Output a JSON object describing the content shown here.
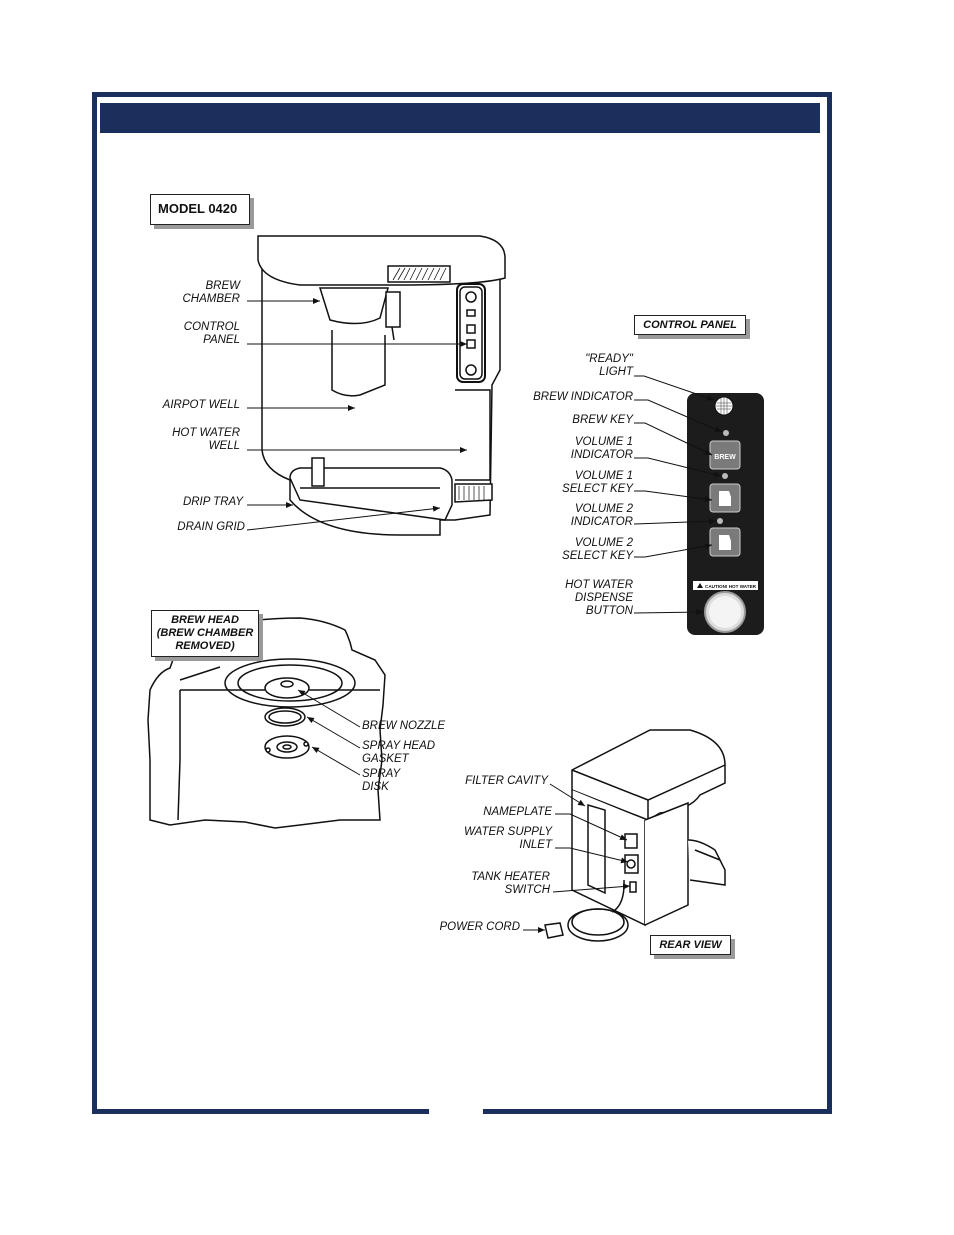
{
  "header": {
    "title": ""
  },
  "model_box": {
    "label": "MODEL 0420"
  },
  "front_view": {
    "labels": {
      "brew_chamber": "BREW\nCHAMBER",
      "control_panel": "CONTROL\nPANEL",
      "airpot_well": "AIRPOT WELL",
      "hot_water_well": "HOT WATER\nWELL",
      "drip_tray": "DRIP TRAY",
      "drain_grid": "DRAIN GRID"
    }
  },
  "control_panel_box": {
    "label": "CONTROL PANEL"
  },
  "control_panel": {
    "labels": {
      "ready_light": "\"READY\"\nLIGHT",
      "brew_indicator": "BREW INDICATOR",
      "brew_key": "BREW KEY",
      "volume1_indicator": "VOLUME 1\nINDICATOR",
      "volume1_select": "VOLUME 1\nSELECT KEY",
      "volume2_indicator": "VOLUME 2\nINDICATOR",
      "volume2_select": "VOLUME 2\nSELECT KEY",
      "hot_water_button": "HOT WATER\nDISPENSE\nBUTTON"
    },
    "brew_key_text": "BREW",
    "caution_text": "CAUTION! HOT WATER"
  },
  "brew_head_box": {
    "label": "BREW HEAD\n(BREW CHAMBER\nREMOVED)"
  },
  "brew_head": {
    "labels": {
      "brew_nozzle": "BREW NOZZLE",
      "spray_head_gasket": "SPRAY HEAD\nGASKET",
      "spray_disk": "SPRAY\nDISK"
    }
  },
  "rear_view_box": {
    "label": "REAR VIEW"
  },
  "rear_view": {
    "labels": {
      "filter_cavity": "FILTER CAVITY",
      "nameplate": "NAMEPLATE",
      "water_supply_inlet": "WATER SUPPLY\nINLET",
      "tank_heater_switch": "TANK HEATER\nSWITCH",
      "power_cord": "POWER CORD"
    }
  },
  "colors": {
    "frame": "#1b2f5c",
    "panel": "#1c1c1c",
    "shadow": "#9a9a9a"
  }
}
